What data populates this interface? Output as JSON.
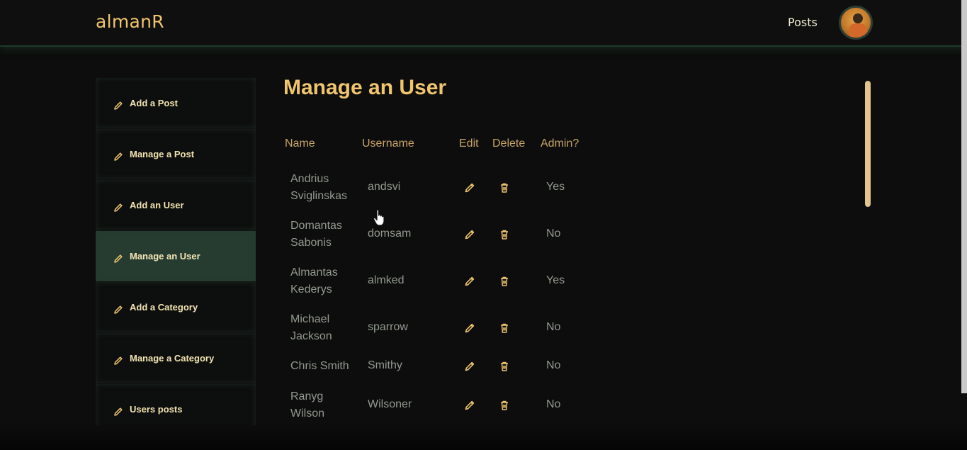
{
  "header": {
    "brand": "almanR",
    "nav_posts": "Posts"
  },
  "sidebar": {
    "items": [
      {
        "label": "Add a Post"
      },
      {
        "label": "Manage a Post"
      },
      {
        "label": "Add an User"
      },
      {
        "label": "Manage an User",
        "active": true
      },
      {
        "label": "Add a Category"
      },
      {
        "label": "Manage a Category"
      },
      {
        "label": "Users posts"
      }
    ]
  },
  "main": {
    "title": "Manage an User",
    "columns": [
      "Name",
      "Username",
      "Edit",
      "Delete",
      "Admin?"
    ],
    "rows": [
      {
        "name_line1": "Andrius",
        "name_line2": "Sviglinskas",
        "username": "andsvi",
        "admin": "Yes"
      },
      {
        "name_line1": "Domantas",
        "name_line2": "Sabonis",
        "username": "domsam",
        "admin": "No"
      },
      {
        "name_line1": "Almantas",
        "name_line2": "Kederys",
        "username": "almked",
        "admin": "Yes"
      },
      {
        "name_line1": "Michael",
        "name_line2": "Jackson",
        "username": "sparrow",
        "admin": "No"
      },
      {
        "name_line1": "Chris Smith",
        "name_line2": "",
        "username": "Smithy",
        "admin": "No"
      },
      {
        "name_line1": "Ranyg",
        "name_line2": "Wilson",
        "username": "Wilsoner",
        "admin": "No"
      }
    ]
  },
  "colors": {
    "accent": "#f0c56e",
    "active_sidebar": "#263c30",
    "muted_text": "#93998f"
  },
  "icons": {
    "edit": "pencil-icon",
    "delete": "trash-icon"
  }
}
